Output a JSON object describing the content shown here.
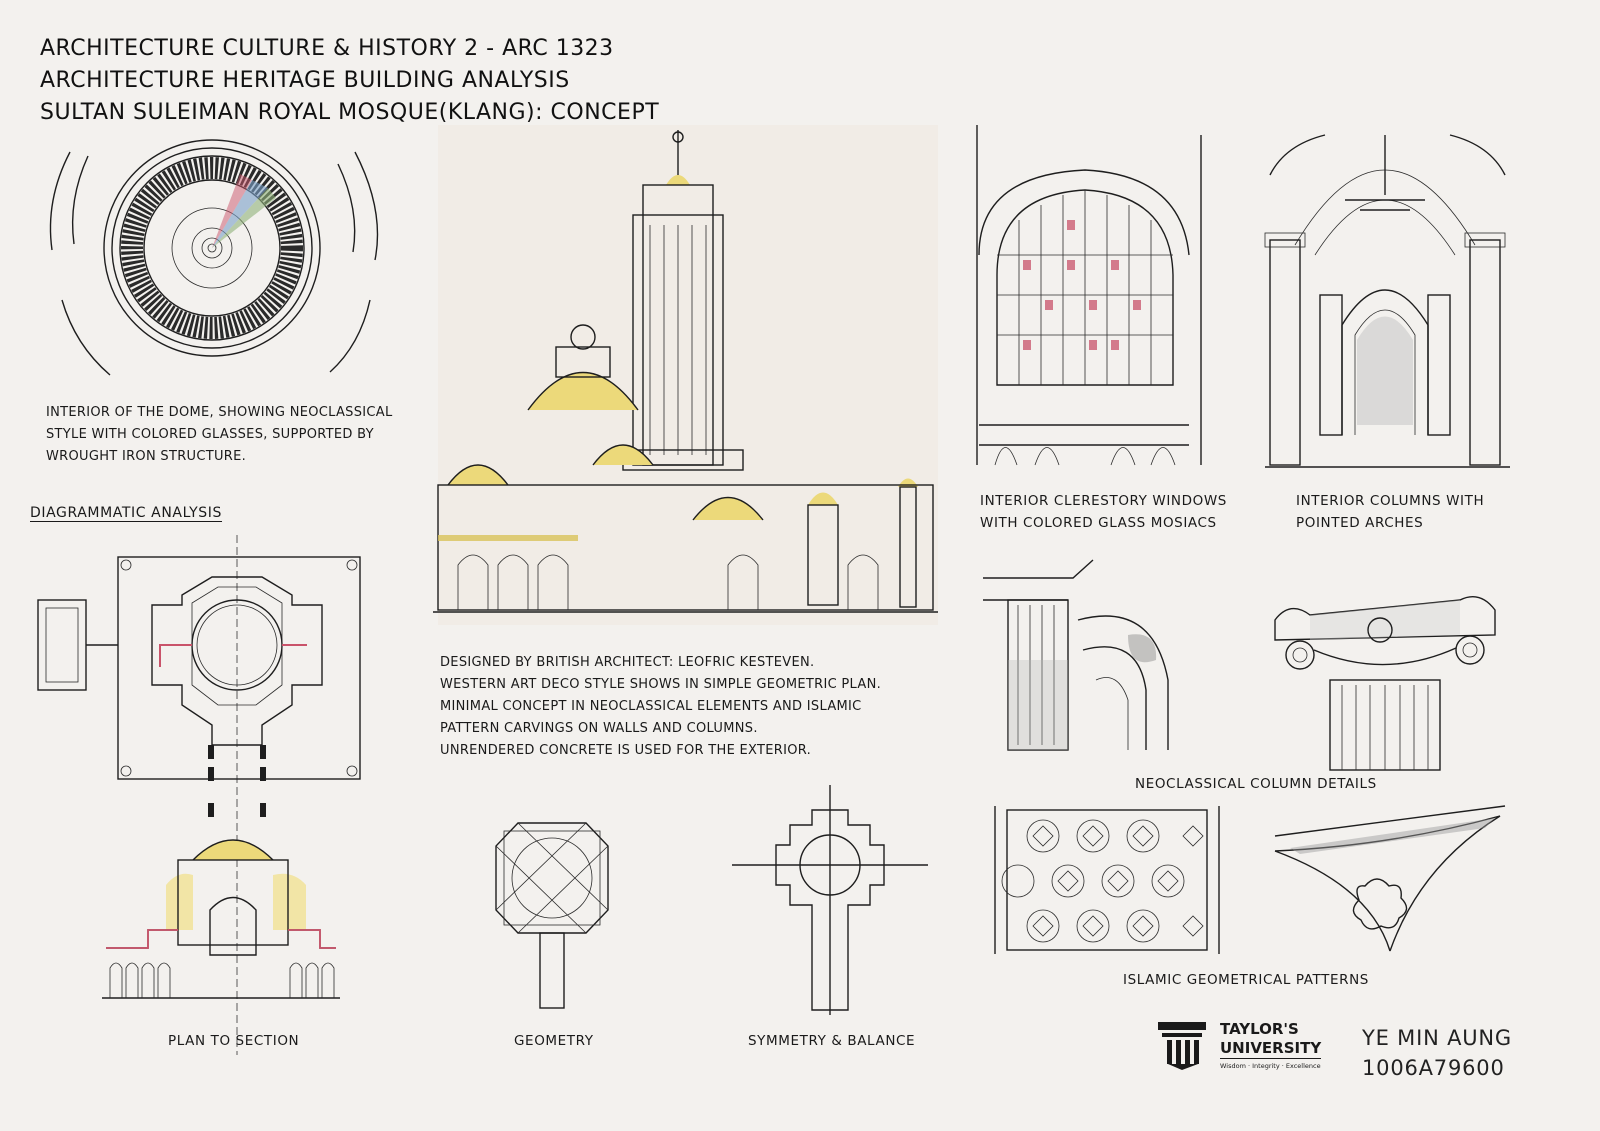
{
  "header": {
    "line1": "ARCHITECTURE CULTURE & HISTORY 2 - ARC 1323",
    "line2": "ARCHITECTURE HERITAGE BUILDING ANALYSIS",
    "line3": "SULTAN SULEIMAN ROYAL MOSQUE(KLANG): CONCEPT"
  },
  "dome_note": [
    "INTERIOR OF THE DOME, SHOWING NEOCLASSICAL",
    "STYLE WITH COLORED GLASSES, SUPPORTED BY",
    "WROUGHT IRON STRUCTURE."
  ],
  "section_heading": "DIAGRAMMATIC ANALYSIS",
  "main_note": [
    "DESIGNED BY BRITISH ARCHITECT: LEOFRIC KESTEVEN.",
    "WESTERN ART DECO STYLE SHOWS IN SIMPLE GEOMETRIC PLAN.",
    "MINIMAL CONCEPT IN NEOCLASSICAL ELEMENTS AND ISLAMIC",
    "PATTERN CARVINGS ON WALLS AND COLUMNS.",
    "UNRENDERED CONCRETE IS USED FOR THE EXTERIOR."
  ],
  "captions": {
    "clerestory": [
      "INTERIOR CLERESTORY WINDOWS",
      "WITH COLORED GLASS MOSIACS"
    ],
    "columns": [
      "INTERIOR COLUMNS WITH",
      "POINTED ARCHES"
    ],
    "neoclassical": "NEOCLASSICAL COLUMN DETAILS",
    "islamic": "ISLAMIC GEOMETRICAL PATTERNS",
    "plan_to_section": "PLAN TO SECTION",
    "geometry": "GEOMETRY",
    "symmetry": "SYMMETRY & BALANCE"
  },
  "logo": {
    "line1": "TAYLOR'S",
    "line2": "UNIVERSITY",
    "tagline": "Wisdom · Integrity · Excellence",
    "icon": "pillar-logo-icon"
  },
  "author": {
    "name": "YE MIN AUNG",
    "id": "1006A79600"
  },
  "colors": {
    "paper": "#f3f1ee",
    "dome_yellow": "#ecd97a",
    "glass_red": "#c9536a",
    "ink": "#1e1e1e"
  }
}
